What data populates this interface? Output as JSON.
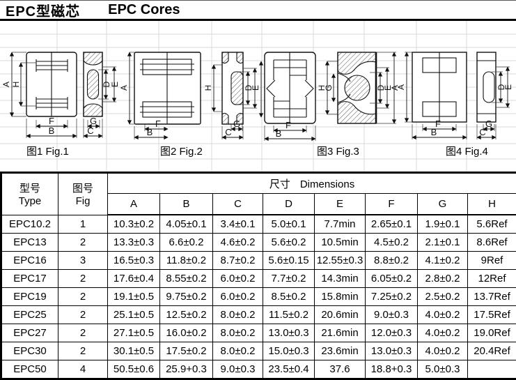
{
  "title": {
    "zh": "EPC型磁芯",
    "en": "EPC Cores"
  },
  "figures": [
    {
      "caption": "图1 Fig.1",
      "dims": {
        "A": "A",
        "H": "H",
        "F": "F",
        "B": "B",
        "D": "D",
        "E": "E",
        "G": "G",
        "C": "C"
      }
    },
    {
      "caption": "图2 Fig.2",
      "dims": {
        "A": "A",
        "F": "F",
        "B": "B",
        "H": "H",
        "D": "D",
        "E": "E",
        "G": "G",
        "C": "C"
      }
    },
    {
      "caption": "图3 Fig.3",
      "dims": {
        "F": "F",
        "B": "B",
        "H": "H",
        "G": "G",
        "D": "D",
        "E": "E",
        "A": "A"
      }
    },
    {
      "caption": "图4 Fig.4",
      "dims": {
        "A": "A",
        "F": "F",
        "B": "B",
        "D": "D",
        "E": "E",
        "G": "G",
        "C": "C"
      }
    }
  ],
  "table": {
    "col_type": {
      "zh": "型号",
      "en": "Type"
    },
    "col_fig": {
      "zh": "图号",
      "en": "Fig"
    },
    "dims_header": {
      "zh": "尺寸",
      "en": "Dimensions"
    },
    "dim_cols": [
      "A",
      "B",
      "C",
      "D",
      "E",
      "F",
      "G",
      "H"
    ],
    "rows": [
      {
        "type": "EPC10.2",
        "fig": "1",
        "values": [
          "10.3±0.2",
          "4.05±0.1",
          "3.4±0.1",
          "5.0±0.1",
          "7.7min",
          "2.65±0.1",
          "1.9±0.1",
          "5.6Ref"
        ]
      },
      {
        "type": "EPC13",
        "fig": "2",
        "values": [
          "13.3±0.3",
          "6.6±0.2",
          "4.6±0.2",
          "5.6±0.2",
          "10.5min",
          "4.5±0.2",
          "2.1±0.1",
          "8.6Ref"
        ]
      },
      {
        "type": "EPC16",
        "fig": "3",
        "values": [
          "16.5±0.3",
          "11.8±0.2",
          "8.7±0.2",
          "5.6±0.15",
          "12.55±0.3",
          "8.8±0.2",
          "4.1±0.2",
          "9Ref"
        ]
      },
      {
        "type": "EPC17",
        "fig": "2",
        "values": [
          "17.6±0.4",
          "8.55±0.2",
          "6.0±0.2",
          "7.7±0.2",
          "14.3min",
          "6.05±0.2",
          "2.8±0.2",
          "12Ref"
        ]
      },
      {
        "type": "EPC19",
        "fig": "2",
        "values": [
          "19.1±0.5",
          "9.75±0.2",
          "6.0±0.2",
          "8.5±0.2",
          "15.8min",
          "7.25±0.2",
          "2.5±0.2",
          "13.7Ref"
        ]
      },
      {
        "type": "EPC25",
        "fig": "2",
        "values": [
          "25.1±0.5",
          "12.5±0.2",
          "8.0±0.2",
          "11.5±0.2",
          "20.6min",
          "9.0±0.3",
          "4.0±0.2",
          "17.5Ref"
        ]
      },
      {
        "type": "EPC27",
        "fig": "2",
        "values": [
          "27.1±0.5",
          "16.0±0.2",
          "8.0±0.2",
          "13.0±0.3",
          "21.6min",
          "12.0±0.3",
          "4.0±0.2",
          "19.0Ref"
        ]
      },
      {
        "type": "EPC30",
        "fig": "2",
        "values": [
          "30.1±0.5",
          "17.5±0.2",
          "8.0±0.2",
          "15.0±0.3",
          "23.6min",
          "13.0±0.3",
          "4.0±0.2",
          "20.4Ref"
        ]
      },
      {
        "type": "EPC50",
        "fig": "4",
        "values": [
          "50.5±0.6",
          "25.9+0.3",
          "9.0±0.3",
          "23.5±0.4",
          "37.6",
          "18.8+0.3",
          "5.0±0.3",
          ""
        ]
      }
    ]
  }
}
